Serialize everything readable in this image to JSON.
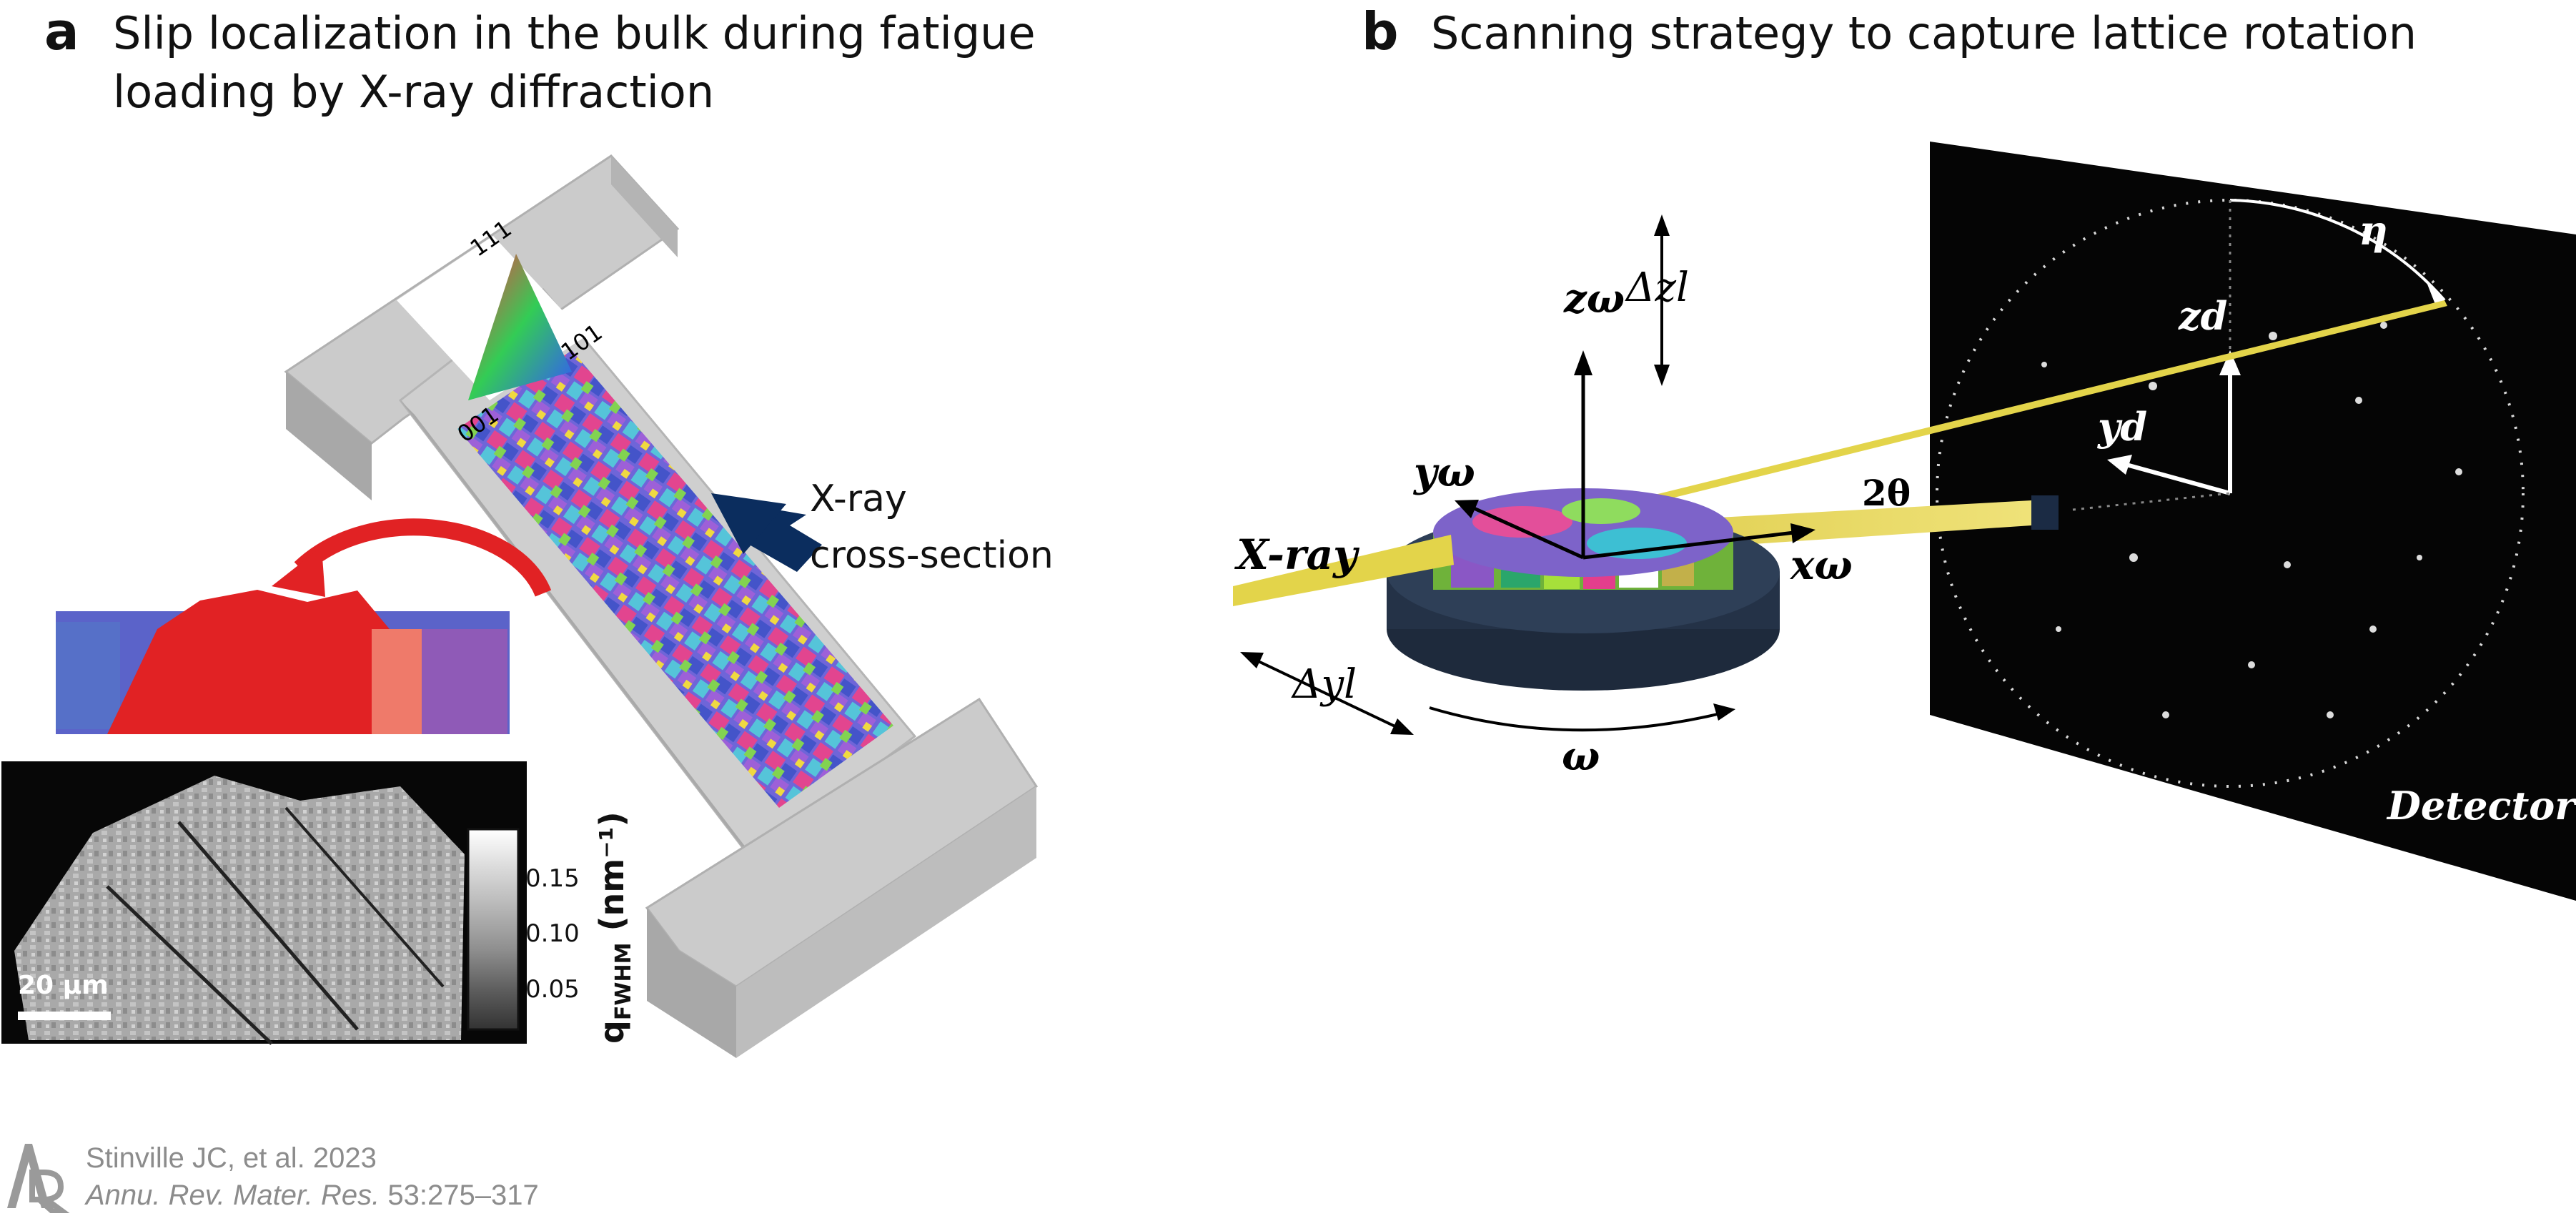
{
  "panel_a": {
    "letter": "a",
    "title_line1": "Slip localization in the bulk during fatigue",
    "title_line2": "loading by X-ray diffraction",
    "ipf": {
      "top": "111",
      "right": "101",
      "left": "001"
    },
    "xray_label_line1": "X-ray",
    "xray_label_line2": "cross-section",
    "scale_bar": "20 µm",
    "colorbar_ticks": [
      "0.15",
      "0.10",
      "0.05"
    ],
    "colorbar_label": "q",
    "colorbar_sub": "FWHM",
    "colorbar_unit": " (nm⁻¹)"
  },
  "panel_b": {
    "letter": "b",
    "title": "Scanning strategy to capture lattice rotation",
    "labels": {
      "z_omega": "zω",
      "dz": "Δzl",
      "y_omega": "yω",
      "x_omega": "xω",
      "xray": "X-ray",
      "dy": "Δyl",
      "omega": "ω",
      "two_theta": "2θ",
      "z_d": "zd",
      "y_d": "yd",
      "eta": "η",
      "detector": "Detector"
    }
  },
  "credit": {
    "line1": "Stinville JC, et al. 2023",
    "journal": "Annu. Rev. Mater. Res.",
    "pages": " 53:275–317"
  },
  "colors": {
    "beam": "#e3d44a",
    "arrow_navy": "#0b2d5e",
    "curve_red": "#e12224",
    "specimen_grey": "#c9c9c9"
  }
}
